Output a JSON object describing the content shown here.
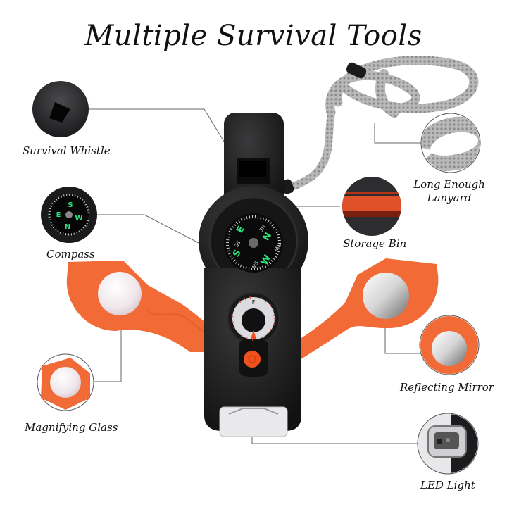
{
  "title": "Multiple Survival Tools",
  "features": [
    {
      "id": "whistle",
      "label": "Survival Whistle"
    },
    {
      "id": "compass",
      "label": "Compass"
    },
    {
      "id": "lanyard",
      "label_line1": "Long Enough",
      "label_line2": "Lanyard"
    },
    {
      "id": "storage",
      "label": "Storage Bin"
    },
    {
      "id": "magnifier",
      "label": "Magnifying Glass"
    },
    {
      "id": "mirror",
      "label": "Reflecting Mirror"
    },
    {
      "id": "led",
      "label": "LED Light"
    }
  ],
  "compass_marks": {
    "n": "N",
    "e": "E",
    "s": "S",
    "w": "W",
    "ne": "NE",
    "se": "SE",
    "sw": "SW",
    "nw": "NW"
  },
  "thermometer_mark": "F",
  "colors": {
    "orange": "#f2672f",
    "body": "#1c1c1e",
    "green": "#27d36b",
    "line": "#555555"
  }
}
